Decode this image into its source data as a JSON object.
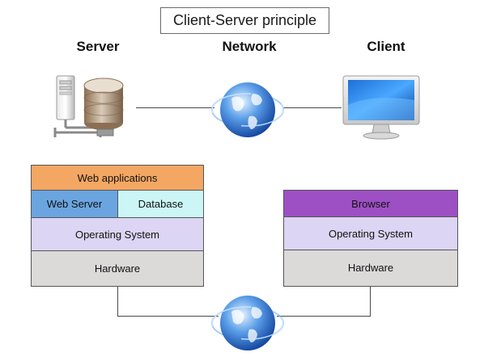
{
  "title": "Client-Server principle",
  "headings": {
    "server": "Server",
    "network": "Network",
    "client": "Client"
  },
  "server_stack": {
    "web_applications": "Web applications",
    "web_server": "Web Server",
    "database": "Database",
    "os": "Operating System",
    "hardware": "Hardware"
  },
  "client_stack": {
    "browser": "Browser",
    "os": "Operating System",
    "hardware": "Hardware"
  },
  "icons": {
    "server": "server-database-icon",
    "network": "globe-icon",
    "client": "monitor-icon",
    "bottom_network": "globe-icon"
  },
  "colors": {
    "web_applications": "#f3a763",
    "web_server": "#6aa5e0",
    "database": "#ccf6f6",
    "os": "#dcd5f3",
    "hardware": "#dcd9d9",
    "browser": "#9d50c4"
  }
}
